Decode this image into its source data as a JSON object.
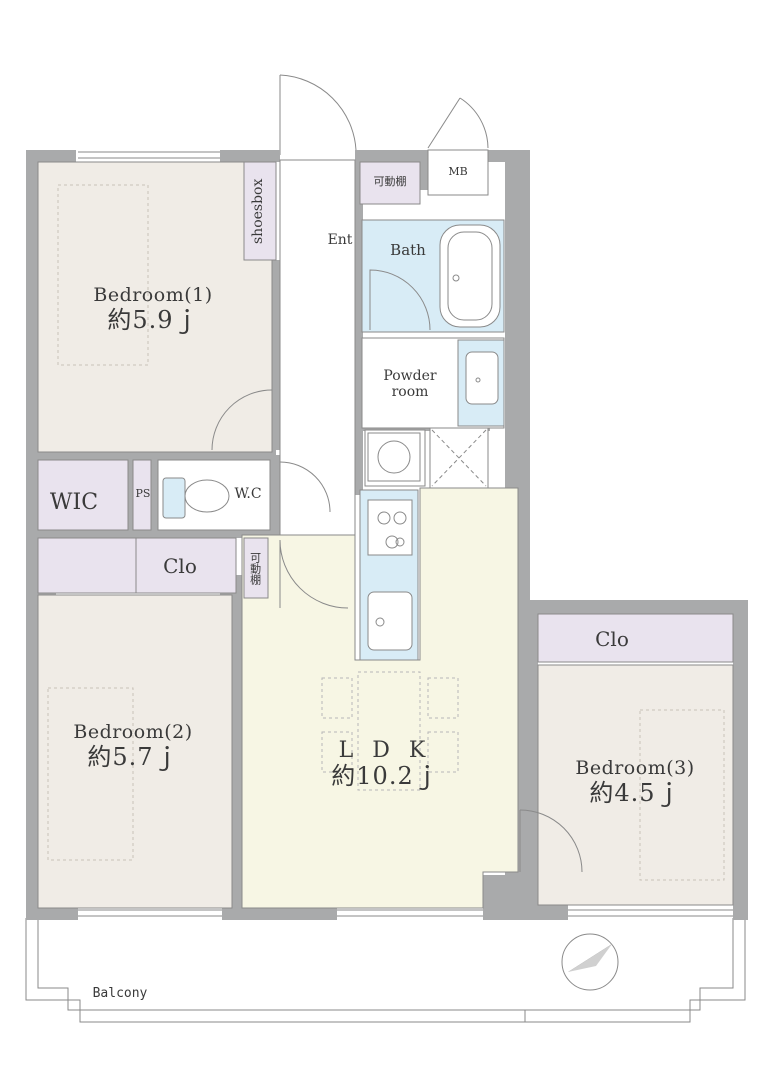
{
  "rooms": {
    "bedroom1": {
      "name": "Bedroom(1)",
      "size": "約5.9ｊ"
    },
    "bedroom2": {
      "name": "Bedroom(2)",
      "size": "約5.7ｊ"
    },
    "bedroom3": {
      "name": "Bedroom(3)",
      "size": "約4.5ｊ"
    },
    "ldk": {
      "name": "L D K",
      "size": "約10.2ｊ"
    },
    "bath": {
      "name": "Bath"
    },
    "powder": {
      "line1": "Powder",
      "line2": "room"
    },
    "wc": {
      "name": "W.C"
    },
    "wic": {
      "name": "WIC"
    },
    "ps": {
      "name": "PS"
    },
    "clo_left": {
      "name": "Clo"
    },
    "clo_right": {
      "name": "Clo"
    },
    "entrance": {
      "name": "Ent"
    },
    "shoesbox": {
      "name": "shoesbox"
    },
    "mb": {
      "name": "MB"
    },
    "shelf_entrance": {
      "name": "可動棚"
    },
    "shelf_hall": {
      "name": "可動棚"
    },
    "balcony": {
      "name": "Balcony"
    }
  },
  "colors": {
    "wall": "#a9aaab",
    "bedroom_floor": "#f0ece6",
    "ldk_floor": "#f7f6e4",
    "wet_area": "#d8ecf6",
    "storage": "#e9e3ee",
    "corridor": "#ffffff",
    "line": "#8a8a8a"
  },
  "icons": [
    "compass-icon"
  ]
}
